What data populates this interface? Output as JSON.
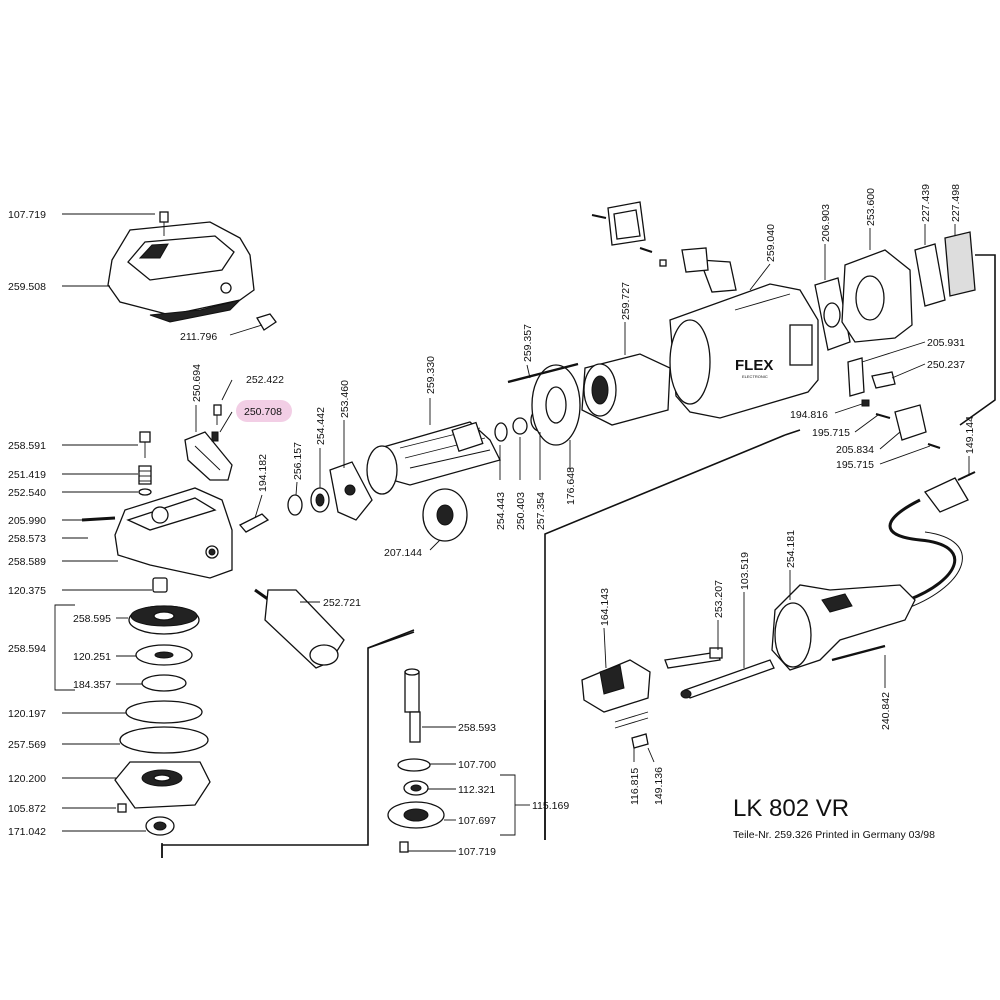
{
  "title": "LK 802 VR",
  "subtitle": "Teile-Nr. 259.326 Printed in Germany 03/98",
  "highlight_color": "#f0c6e0",
  "parts": {
    "p107719a": "107.719",
    "p259508": "259.508",
    "p211796": "211.796",
    "p250694": "250.694",
    "p252422": "252.422",
    "p250708": "250.708",
    "p258591": "258.591",
    "p251419": "251.419",
    "p252540": "252.540",
    "p205990": "205.990",
    "p258573": "258.573",
    "p258589": "258.589",
    "p120375": "120.375",
    "p258595": "258.595",
    "p258594": "258.594",
    "p120251": "120.251",
    "p184357": "184.357",
    "p120197": "120.197",
    "p257569": "257.569",
    "p120200": "120.200",
    "p105872": "105.872",
    "p171042": "171.042",
    "p194182": "194.182",
    "p256157": "256.157",
    "p254442": "254.442",
    "p253460": "253.460",
    "p259330": "259.330",
    "p252721": "252.721",
    "p207144": "207.144",
    "p254443": "254.443",
    "p250403": "250.403",
    "p257354": "257.354",
    "p176648": "176.648",
    "p259357": "259.357",
    "p259727": "259.727",
    "p259040": "259.040",
    "p206903": "206.903",
    "p253600": "253.600",
    "p227439": "227.439",
    "p227498": "227.498",
    "p205931": "205.931",
    "p250237": "250.237",
    "p194816": "194.816",
    "p195715a": "195.715",
    "p205834": "205.834",
    "p195715b": "195.715",
    "p149144": "149.144",
    "p258593": "258.593",
    "p107700": "107.700",
    "p112321": "112.321",
    "p115169": "115.169",
    "p107697": "107.697",
    "p107719b": "107.719",
    "p164143": "164.143",
    "p253207": "253.207",
    "p103519": "103.519",
    "p254181": "254.181",
    "p240842": "240.842",
    "p116815": "116.815",
    "p149136": "149.136"
  },
  "brand": {
    "logo": "FLEX",
    "tagline": "ELECTRONIC"
  }
}
